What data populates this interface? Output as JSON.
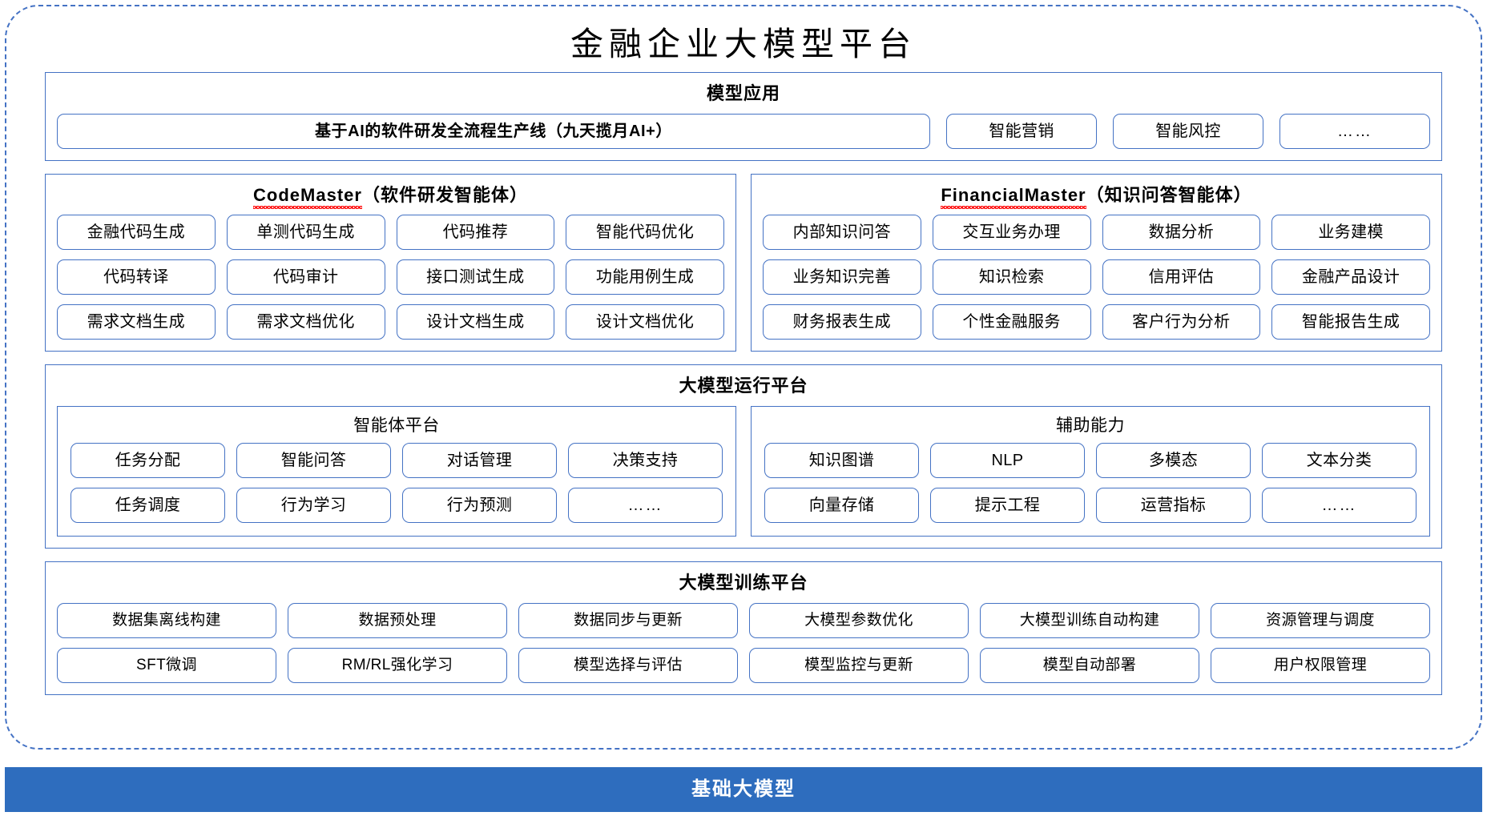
{
  "page": {
    "title": "金融企业大模型平台",
    "accent_blue": "#4472C4",
    "band_blue": "#2E6DBE",
    "spellcheck_red": "#FF0000"
  },
  "model_apps": {
    "title": "模型应用",
    "items": [
      {
        "label": "基于AI的软件研发全流程生产线（九天揽月AI+）",
        "emphasis": "bold",
        "width": "wide"
      },
      {
        "label": "智能营销",
        "emphasis": "normal",
        "width": "narrow"
      },
      {
        "label": "智能风控",
        "emphasis": "normal",
        "width": "narrow"
      },
      {
        "label": "……",
        "emphasis": "normal",
        "width": "narrow"
      }
    ]
  },
  "agents": [
    {
      "name_latin": "CodeMaster",
      "name_cn": "（软件研发智能体）",
      "spellcheck_underline": true,
      "items": [
        "金融代码生成",
        "单测代码生成",
        "代码推荐",
        "智能代码优化",
        "代码转译",
        "代码审计",
        "接口测试生成",
        "功能用例生成",
        "需求文档生成",
        "需求文档优化",
        "设计文档生成",
        "设计文档优化"
      ]
    },
    {
      "name_latin": "FinancialMaster",
      "name_cn": "（知识问答智能体）",
      "spellcheck_underline": true,
      "items": [
        "内部知识问答",
        "交互业务办理",
        "数据分析",
        "业务建模",
        "业务知识完善",
        "知识检索",
        "信用评估",
        "金融产品设计",
        "财务报表生成",
        "个性金融服务",
        "客户行为分析",
        "智能报告生成"
      ]
    }
  ],
  "runtime_platform": {
    "title": "大模型运行平台",
    "subpanels": [
      {
        "title": "智能体平台",
        "items": [
          "任务分配",
          "智能问答",
          "对话管理",
          "决策支持",
          "任务调度",
          "行为学习",
          "行为预测",
          "……"
        ]
      },
      {
        "title": "辅助能力",
        "items": [
          "知识图谱",
          "NLP",
          "多模态",
          "文本分类",
          "向量存储",
          "提示工程",
          "运营指标",
          "……"
        ]
      }
    ]
  },
  "training_platform": {
    "title": "大模型训练平台",
    "items": [
      "数据集离线构建",
      "数据预处理",
      "数据同步与更新",
      "大模型参数优化",
      "大模型训练自动构建",
      "资源管理与调度",
      "SFT微调",
      "RM/RL强化学习",
      "模型选择与评估",
      "模型监控与更新",
      "模型自动部署",
      "用户权限管理"
    ]
  },
  "base_model": {
    "label": "基础大模型"
  }
}
